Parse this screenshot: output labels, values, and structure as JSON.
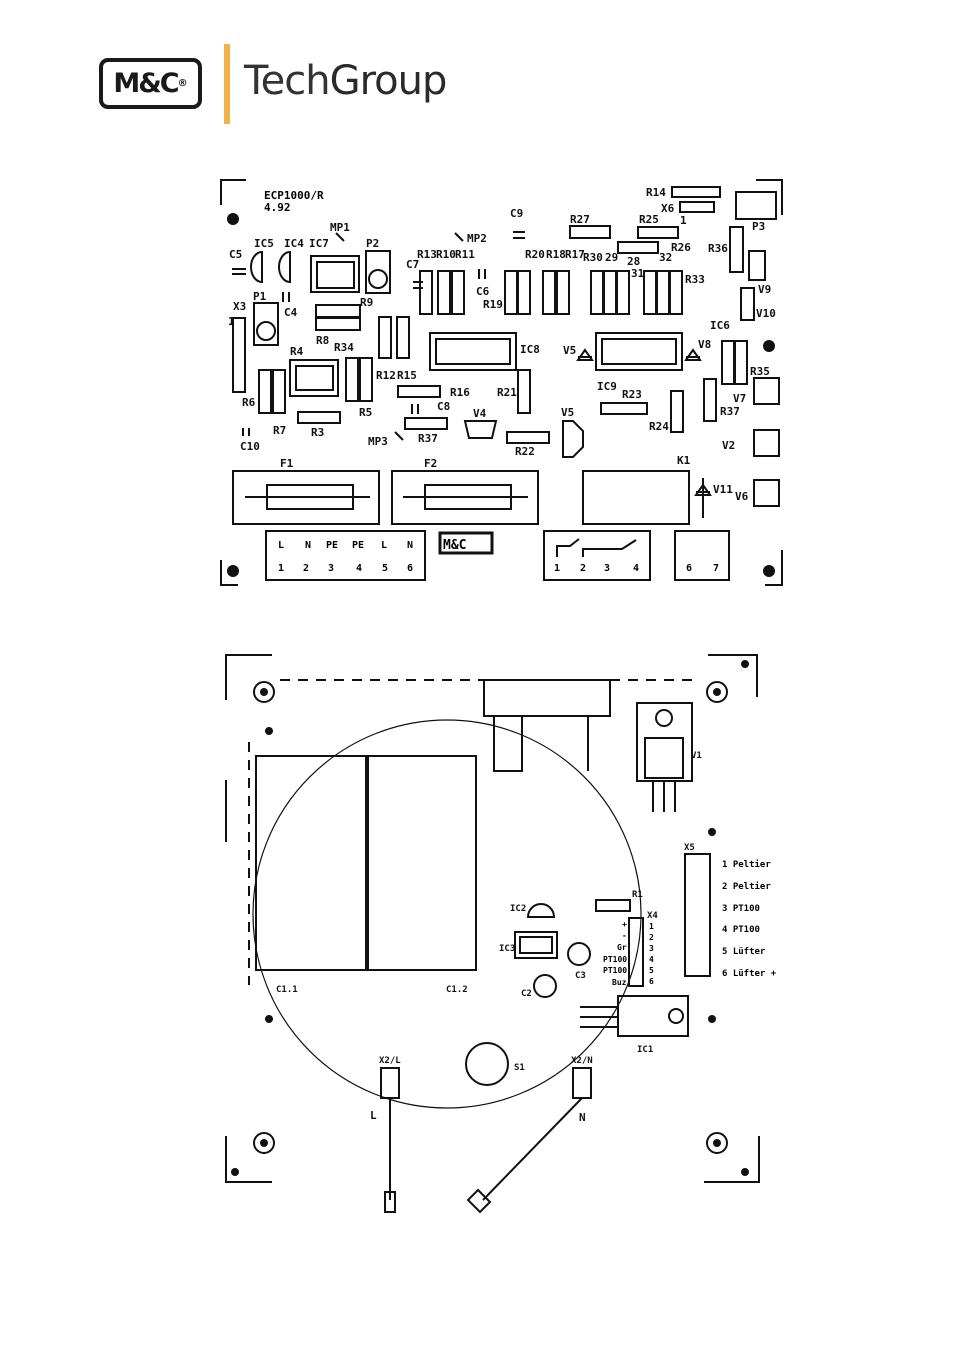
{
  "logo": {
    "box_text": "M&C",
    "reg": "®",
    "word_1": "Tech",
    "word_2": "Group"
  },
  "board1": {
    "title": "ECP1000/R",
    "version": "4.92",
    "labels": [
      "R14",
      "X6",
      "R25",
      "R27",
      "C9",
      "MP1",
      "MP2",
      "P3",
      "R26",
      "R36",
      "C5",
      "IC5",
      "IC4",
      "IC7",
      "P2",
      "R13",
      "R10",
      "R11",
      "R20",
      "R18",
      "R17",
      "R30",
      "29",
      "28",
      "31",
      "32",
      "R33",
      "C7",
      "C6",
      "R19",
      "V9",
      "X3",
      "P1",
      "C4",
      "R9",
      "V10",
      "R8",
      "R34",
      "IC6",
      "R4",
      "IC8",
      "V5",
      "V8",
      "R12",
      "R15",
      "IC9",
      "R23",
      "R35",
      "R6",
      "R16",
      "R21",
      "V7",
      "R5",
      "C8",
      "R37",
      "R7",
      "R3",
      "V4",
      "V5",
      "R24",
      "C10",
      "MP3",
      "R37",
      "R22",
      "V2",
      "F1",
      "F2",
      "K1",
      "V11",
      "V6",
      "1",
      "1"
    ],
    "terminal_top": [
      "L",
      "N",
      "PE",
      "PE",
      "L",
      "N"
    ],
    "terminal_bottom": [
      "1",
      "2",
      "3",
      "4",
      "5",
      "6"
    ],
    "relay_terms": [
      "1",
      "2",
      "3",
      "4"
    ],
    "aux_terms": [
      "6",
      "7"
    ],
    "stamp": "M&C"
  },
  "board2": {
    "labels": [
      "V1",
      "X5",
      "IC2",
      "IC3",
      "C3",
      "C2",
      "R1",
      "X4",
      "C1.1",
      "C1.2",
      "IC1",
      "S1",
      "X2/L",
      "X2/N",
      "L",
      "N"
    ],
    "x4_pins": [
      "+",
      "-",
      "Gr",
      "PT100",
      "PT100",
      "Buz"
    ],
    "x4_nums": [
      "1",
      "2",
      "3",
      "4",
      "5",
      "6"
    ],
    "x5_items": [
      "1  Peltier",
      "2  Peltier",
      "3  PT100",
      "4  PT100",
      "5  Lüfter",
      "6  Lüfter +"
    ]
  }
}
